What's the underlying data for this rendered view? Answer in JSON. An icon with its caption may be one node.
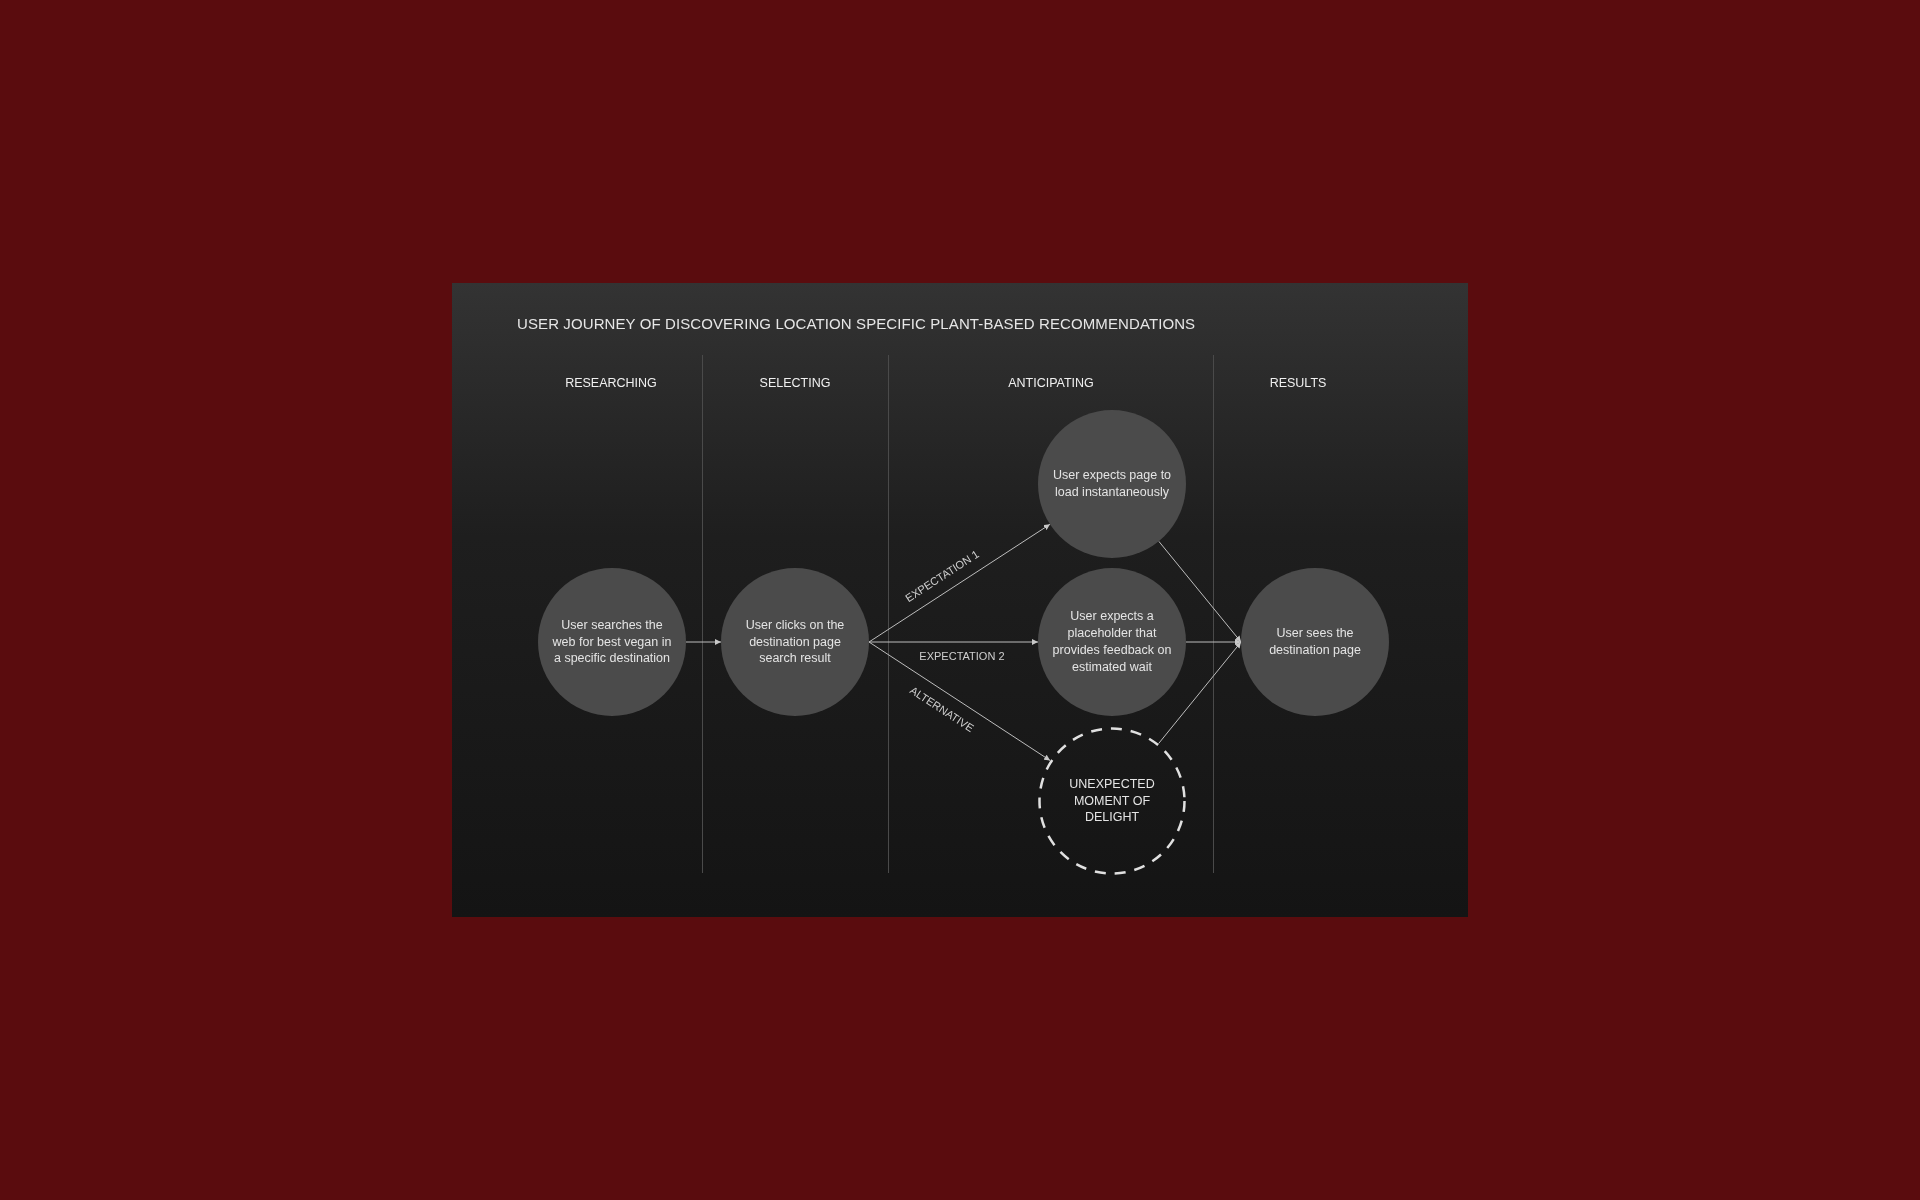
{
  "diagram": {
    "title": "USER JOURNEY OF DISCOVERING LOCATION SPECIFIC PLANT-BASED RECOMMENDATIONS",
    "nodes": [
      {
        "text": [
          "User searches the web for best vegan in a specific destination"
        ]
      },
      {
        "text": [
          "User clicks on the destination page search result"
        ]
      },
      {
        "text": [
          "User expects page to load instantaneously"
        ]
      },
      {
        "text": [
          "User expects a placeholder that provides feedback on estimated wait"
        ]
      },
      {
        "text": [
          "UNEXPECTED MOMENT OF DELIGHT"
        ]
      },
      {
        "text": [
          "User sees the destination page"
        ]
      }
    ],
    "edges": [
      {
        "from": 0,
        "to": 1,
        "arrow": "to"
      },
      {
        "from": 1,
        "to": 2,
        "arrow": "to",
        "label": "EXPECTATION 1"
      },
      {
        "from": 1,
        "to": 3,
        "arrow": "to",
        "label": "EXPECTATION 2"
      },
      {
        "from": 1,
        "to": 4,
        "arrow": "to",
        "label": "ALTERNATIVE"
      },
      {
        "from": 2,
        "to": 5,
        "arrow": "to"
      },
      {
        "from": 3,
        "to": 5,
        "arrow": "to"
      },
      {
        "from": 4,
        "to": 5,
        "arrow": "to"
      }
    ],
    "labels": [
      "RESEARCHING",
      "SELECTING",
      "ANTICIPATING",
      "RESULTS"
    ]
  }
}
